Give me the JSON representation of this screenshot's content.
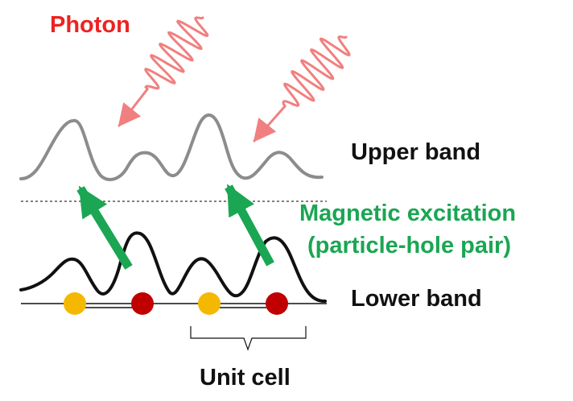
{
  "labels": {
    "photon": "Photon",
    "upper_band": "Upper band",
    "lower_band": "Lower band",
    "excitation_line1": "Magnetic excitation",
    "excitation_line2": "(particle-hole pair)",
    "unit_cell": "Unit cell"
  },
  "colors": {
    "photon": "#f08080",
    "photon_text": "#ee2222",
    "upper_band": "#8c8c8c",
    "lower_band": "#111111",
    "excitation": "#1aa653",
    "site_a": "#f5b800",
    "site_b": "#c00000",
    "text": "#111111"
  }
}
